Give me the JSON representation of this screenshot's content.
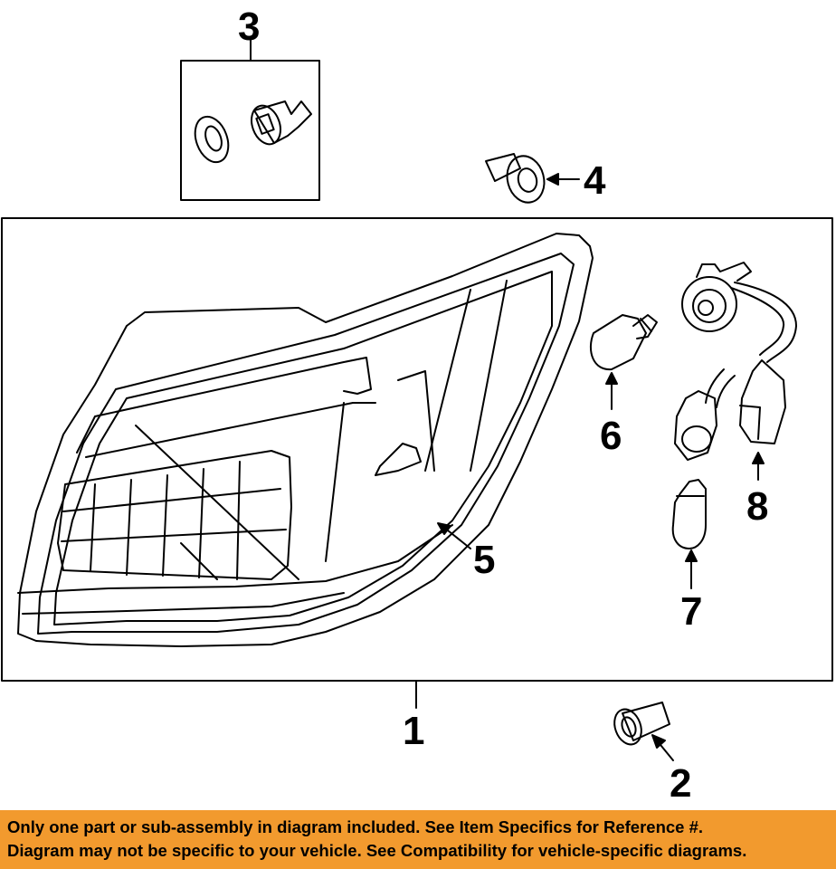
{
  "callouts": {
    "c1": "1",
    "c2": "2",
    "c3": "3",
    "c4": "4",
    "c5": "5",
    "c6": "6",
    "c7": "7",
    "c8": "8"
  },
  "banner": {
    "line1": "Only one part or sub-assembly in diagram included. See Item Specifics for Reference #.",
    "line2": "Diagram may not be specific to your vehicle. See Compatibility for vehicle-specific diagrams.",
    "background_color": "#f29a2e"
  }
}
